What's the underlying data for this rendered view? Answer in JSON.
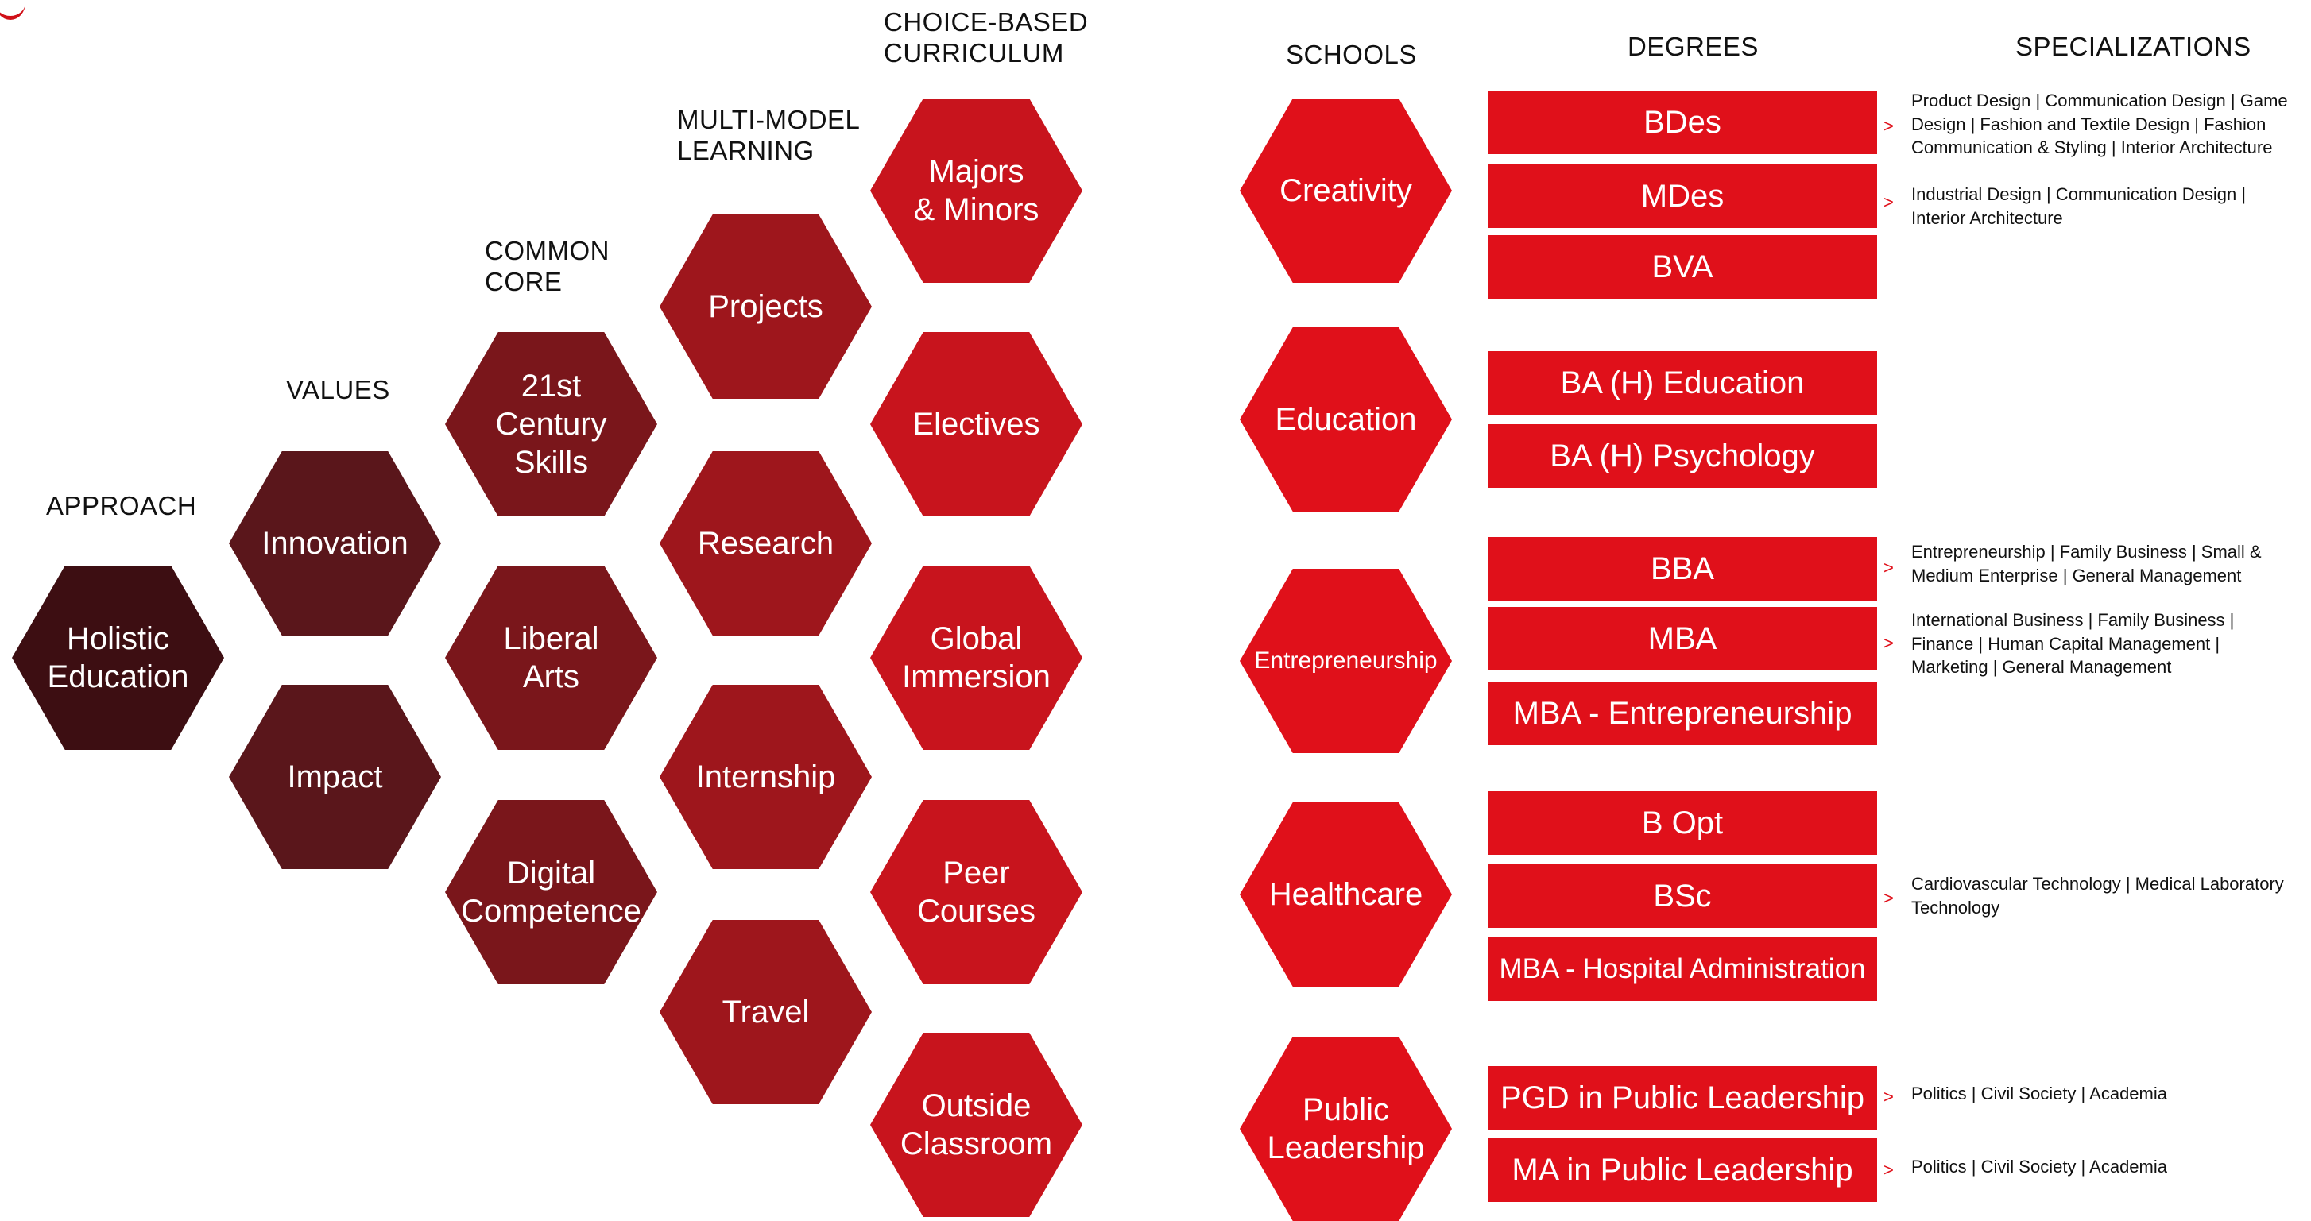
{
  "colors": {
    "approach": "#3d0e12",
    "values": "#5a161b",
    "common_core": "#7a161b",
    "multi_model": "#9e161c",
    "choice_based": "#c8141d",
    "schools": "#e0101a",
    "degrees": "#e0101a",
    "arrow": "#e0101a"
  },
  "headers": {
    "approach": "APPROACH",
    "values": "VALUES",
    "common_core": "COMMON\nCORE",
    "multi_model": "MULTI-MODEL\nLEARNING",
    "choice_based": "CHOICE-BASED\nCURRICULUM",
    "schools": "SCHOOLS",
    "degrees": "DEGREES",
    "specializations": "SPECIALIZATIONS"
  },
  "approach": [
    "Holistic\nEducation"
  ],
  "values": [
    "Innovation",
    "Impact"
  ],
  "common_core": [
    "21st\nCentury\nSkills",
    "Liberal\nArts",
    "Digital\nCompetence"
  ],
  "multi_model": [
    "Projects",
    "Research",
    "Internship",
    "Travel"
  ],
  "choice_based": [
    "Majors\n& Minors",
    "Electives",
    "Global\nImmersion",
    "Peer\nCourses",
    "Outside\nClassroom"
  ],
  "schools": [
    "Creativity",
    "Education",
    "Entrepreneurship",
    "Healthcare",
    "Public\nLeadership"
  ],
  "degrees": [
    "BDes",
    "MDes",
    "BVA",
    "BA (H) Education",
    "BA (H) Psychology",
    "BBA",
    "MBA",
    "MBA - Entrepreneurship",
    "B Opt",
    "BSc",
    "MBA - Hospital Administration",
    "PGD in Public Leadership",
    "MA in Public Leadership"
  ],
  "arrow_symbol": ">",
  "specializations": [
    "Product Design | Communication Design | Game Design | Fashion and Textile Design | Fashion Communication & Styling | Interior Architecture",
    "Industrial Design | Communication Design | Interior Architecture",
    "Entrepreneurship | Family Business | Small & Medium Enterprise | General Management",
    "International Business | Family Business | Finance | Human Capital Management | Marketing | General Management",
    "Cardiovascular Technology | Medical Laboratory Technology",
    "Politics | Civil Society | Academia",
    "Politics | Civil Society | Academia"
  ]
}
